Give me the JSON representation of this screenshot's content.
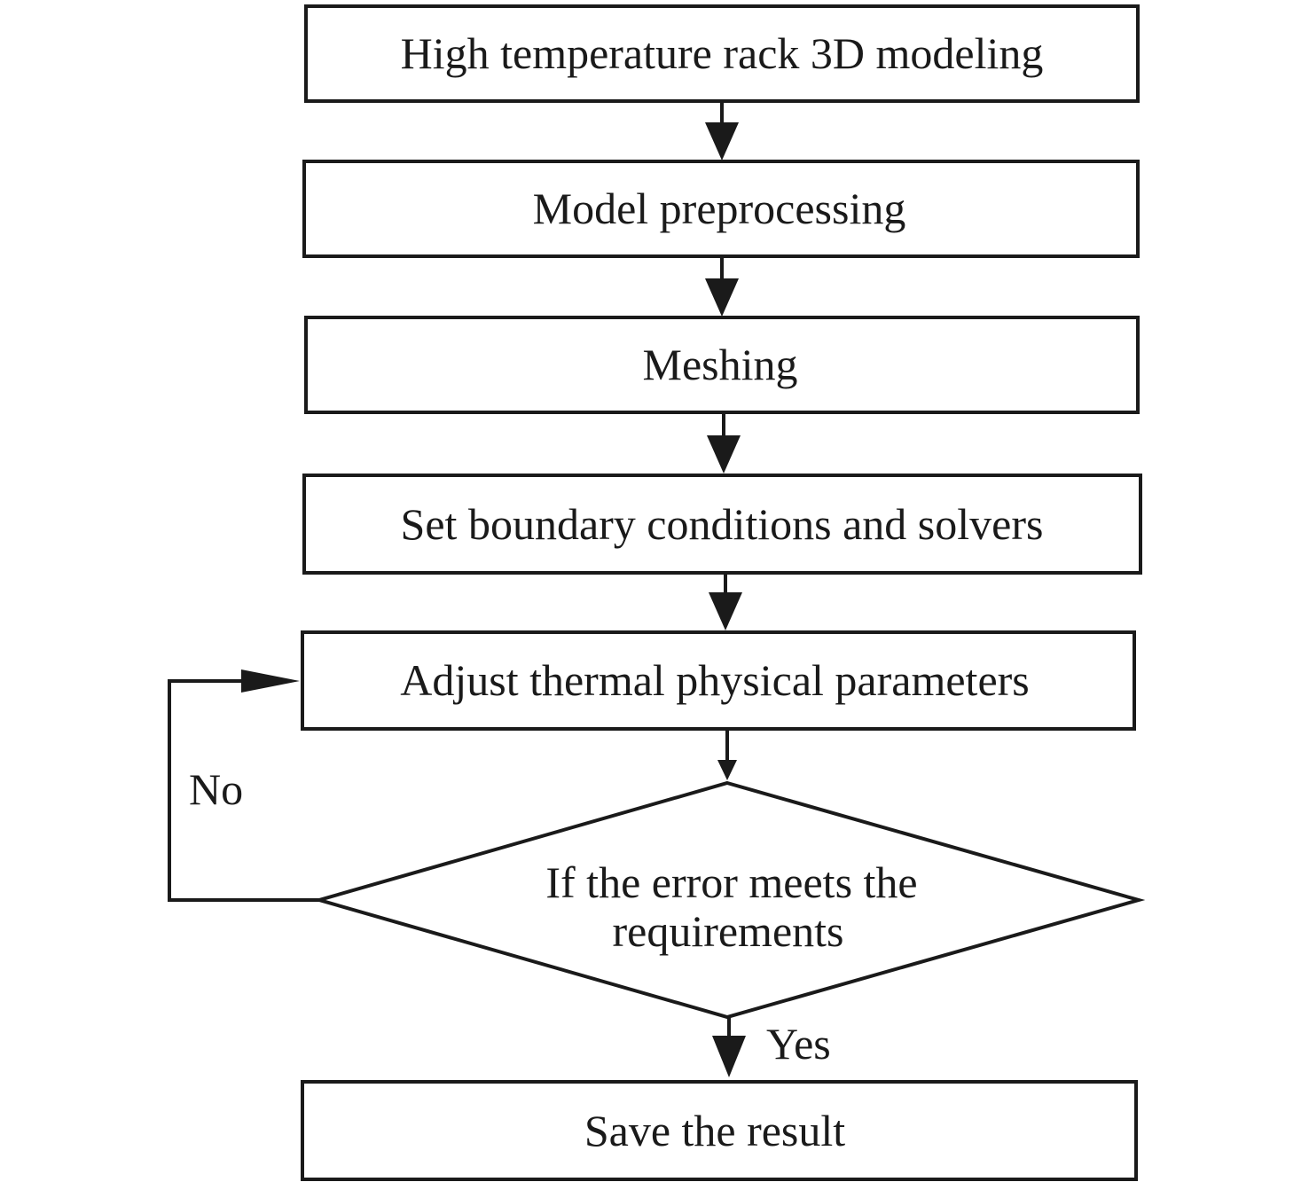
{
  "diagram": {
    "steps": [
      {
        "label": "High temperature rack 3D modeling"
      },
      {
        "label": "Model preprocessing"
      },
      {
        "label": "Meshing"
      },
      {
        "label": "Set boundary conditions and solvers"
      },
      {
        "label": "Adjust thermal physical parameters"
      }
    ],
    "decision": {
      "line1": "If the error meets the",
      "line2": "requirements"
    },
    "final_step": {
      "label": "Save the result"
    },
    "edge_labels": {
      "no": "No",
      "yes": "Yes"
    }
  }
}
